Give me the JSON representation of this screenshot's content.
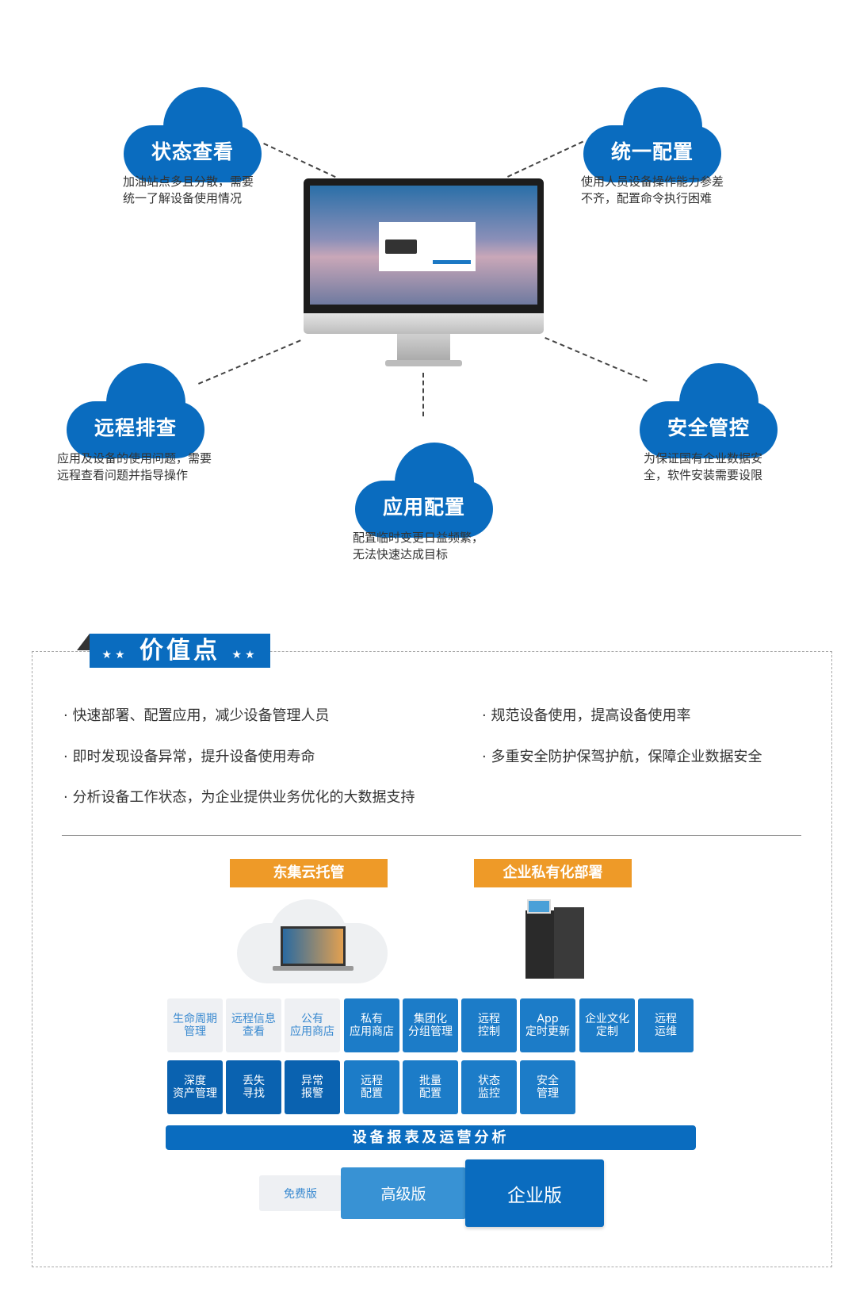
{
  "features": [
    {
      "title": "状态查看",
      "desc": [
        "加油站点多且分散，需要",
        "统一了解设备使用情况"
      ]
    },
    {
      "title": "统一配置",
      "desc": [
        "使用人员设备操作能力参差",
        "不齐，配置命令执行困难"
      ]
    },
    {
      "title": "远程排查",
      "desc": [
        "应用及设备的使用问题，需要",
        "远程查看问题并指导操作"
      ]
    },
    {
      "title": "应用配置",
      "desc": [
        "配置临时变更日益频繁，",
        "无法快速达成目标"
      ]
    },
    {
      "title": "安全管控",
      "desc": [
        "为保证国有企业数据安",
        "全，软件安装需要设限"
      ]
    }
  ],
  "value_section": {
    "title": "价值点",
    "stars": "★★",
    "bullets_left": [
      "· 快速部署、配置应用，减少设备管理人员",
      "· 即时发现设备异常，提升设备使用寿命",
      "· 分析设备工作状态，为企业提供业务优化的大数据支持"
    ],
    "bullets_right": [
      "· 规范设备使用，提高设备使用率",
      "· 多重安全防护保驾护航，保障企业数据安全"
    ]
  },
  "deployments": [
    "东集云托管",
    "企业私有化部署"
  ],
  "cards_row1": [
    "生命周期\n管理",
    "远程信息\n查看",
    "公有\n应用商店",
    "私有\n应用商店",
    "集团化\n分组管理",
    "远程\n控制",
    "App\n定时更新",
    "企业文化\n定制",
    "远程\n运维"
  ],
  "cards_row2": [
    "深度\n资产管理",
    "丢失\n寻找",
    "异常\n报警",
    "远程\n配置",
    "批量\n配置",
    "状态\n监控",
    "安全\n管理"
  ],
  "analytics_bar": "设备报表及运营分析",
  "editions": [
    "免费版",
    "高级版",
    "企业版"
  ],
  "colors": {
    "blue": "#0a6cbf",
    "orange": "#ee9a28",
    "grey": "#eef0f3"
  }
}
